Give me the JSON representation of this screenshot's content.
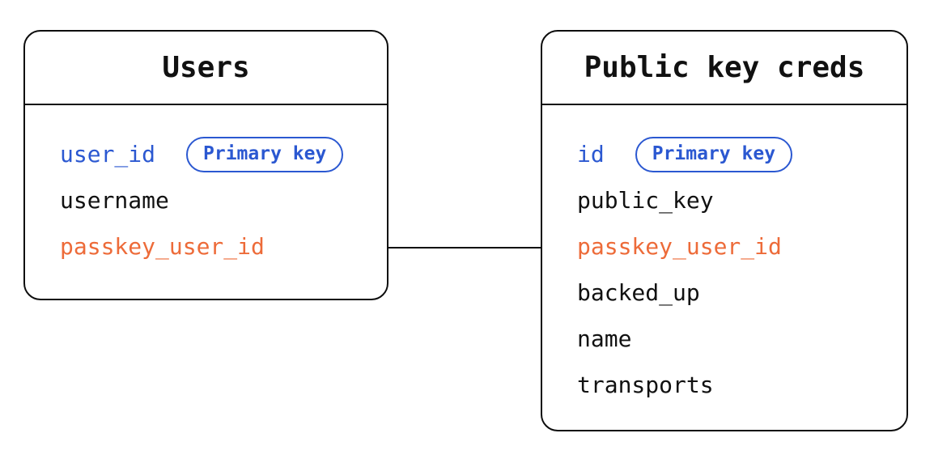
{
  "diagram": {
    "type": "entity-relationship",
    "tables": [
      {
        "name": "Users",
        "fields": [
          {
            "name": "user_id",
            "role": "pk",
            "badge": "Primary key"
          },
          {
            "name": "username",
            "role": "plain"
          },
          {
            "name": "passkey_user_id",
            "role": "fk"
          }
        ]
      },
      {
        "name": "Public key creds",
        "fields": [
          {
            "name": "id",
            "role": "pk",
            "badge": "Primary key"
          },
          {
            "name": "public_key",
            "role": "plain"
          },
          {
            "name": "passkey_user_id",
            "role": "fk"
          },
          {
            "name": "backed_up",
            "role": "plain"
          },
          {
            "name": "name",
            "role": "plain"
          },
          {
            "name": "transports",
            "role": "plain"
          }
        ]
      }
    ],
    "relationships": [
      {
        "from_table": "Users",
        "from_field": "passkey_user_id",
        "to_table": "Public key creds",
        "to_field": "passkey_user_id"
      }
    ],
    "colors": {
      "primary_key_blue": "#2B58D1",
      "highlight_orange": "#ED6B39",
      "text_black": "#111111",
      "line_black": "#0D0D0D",
      "background": "#FFFFFF"
    }
  }
}
